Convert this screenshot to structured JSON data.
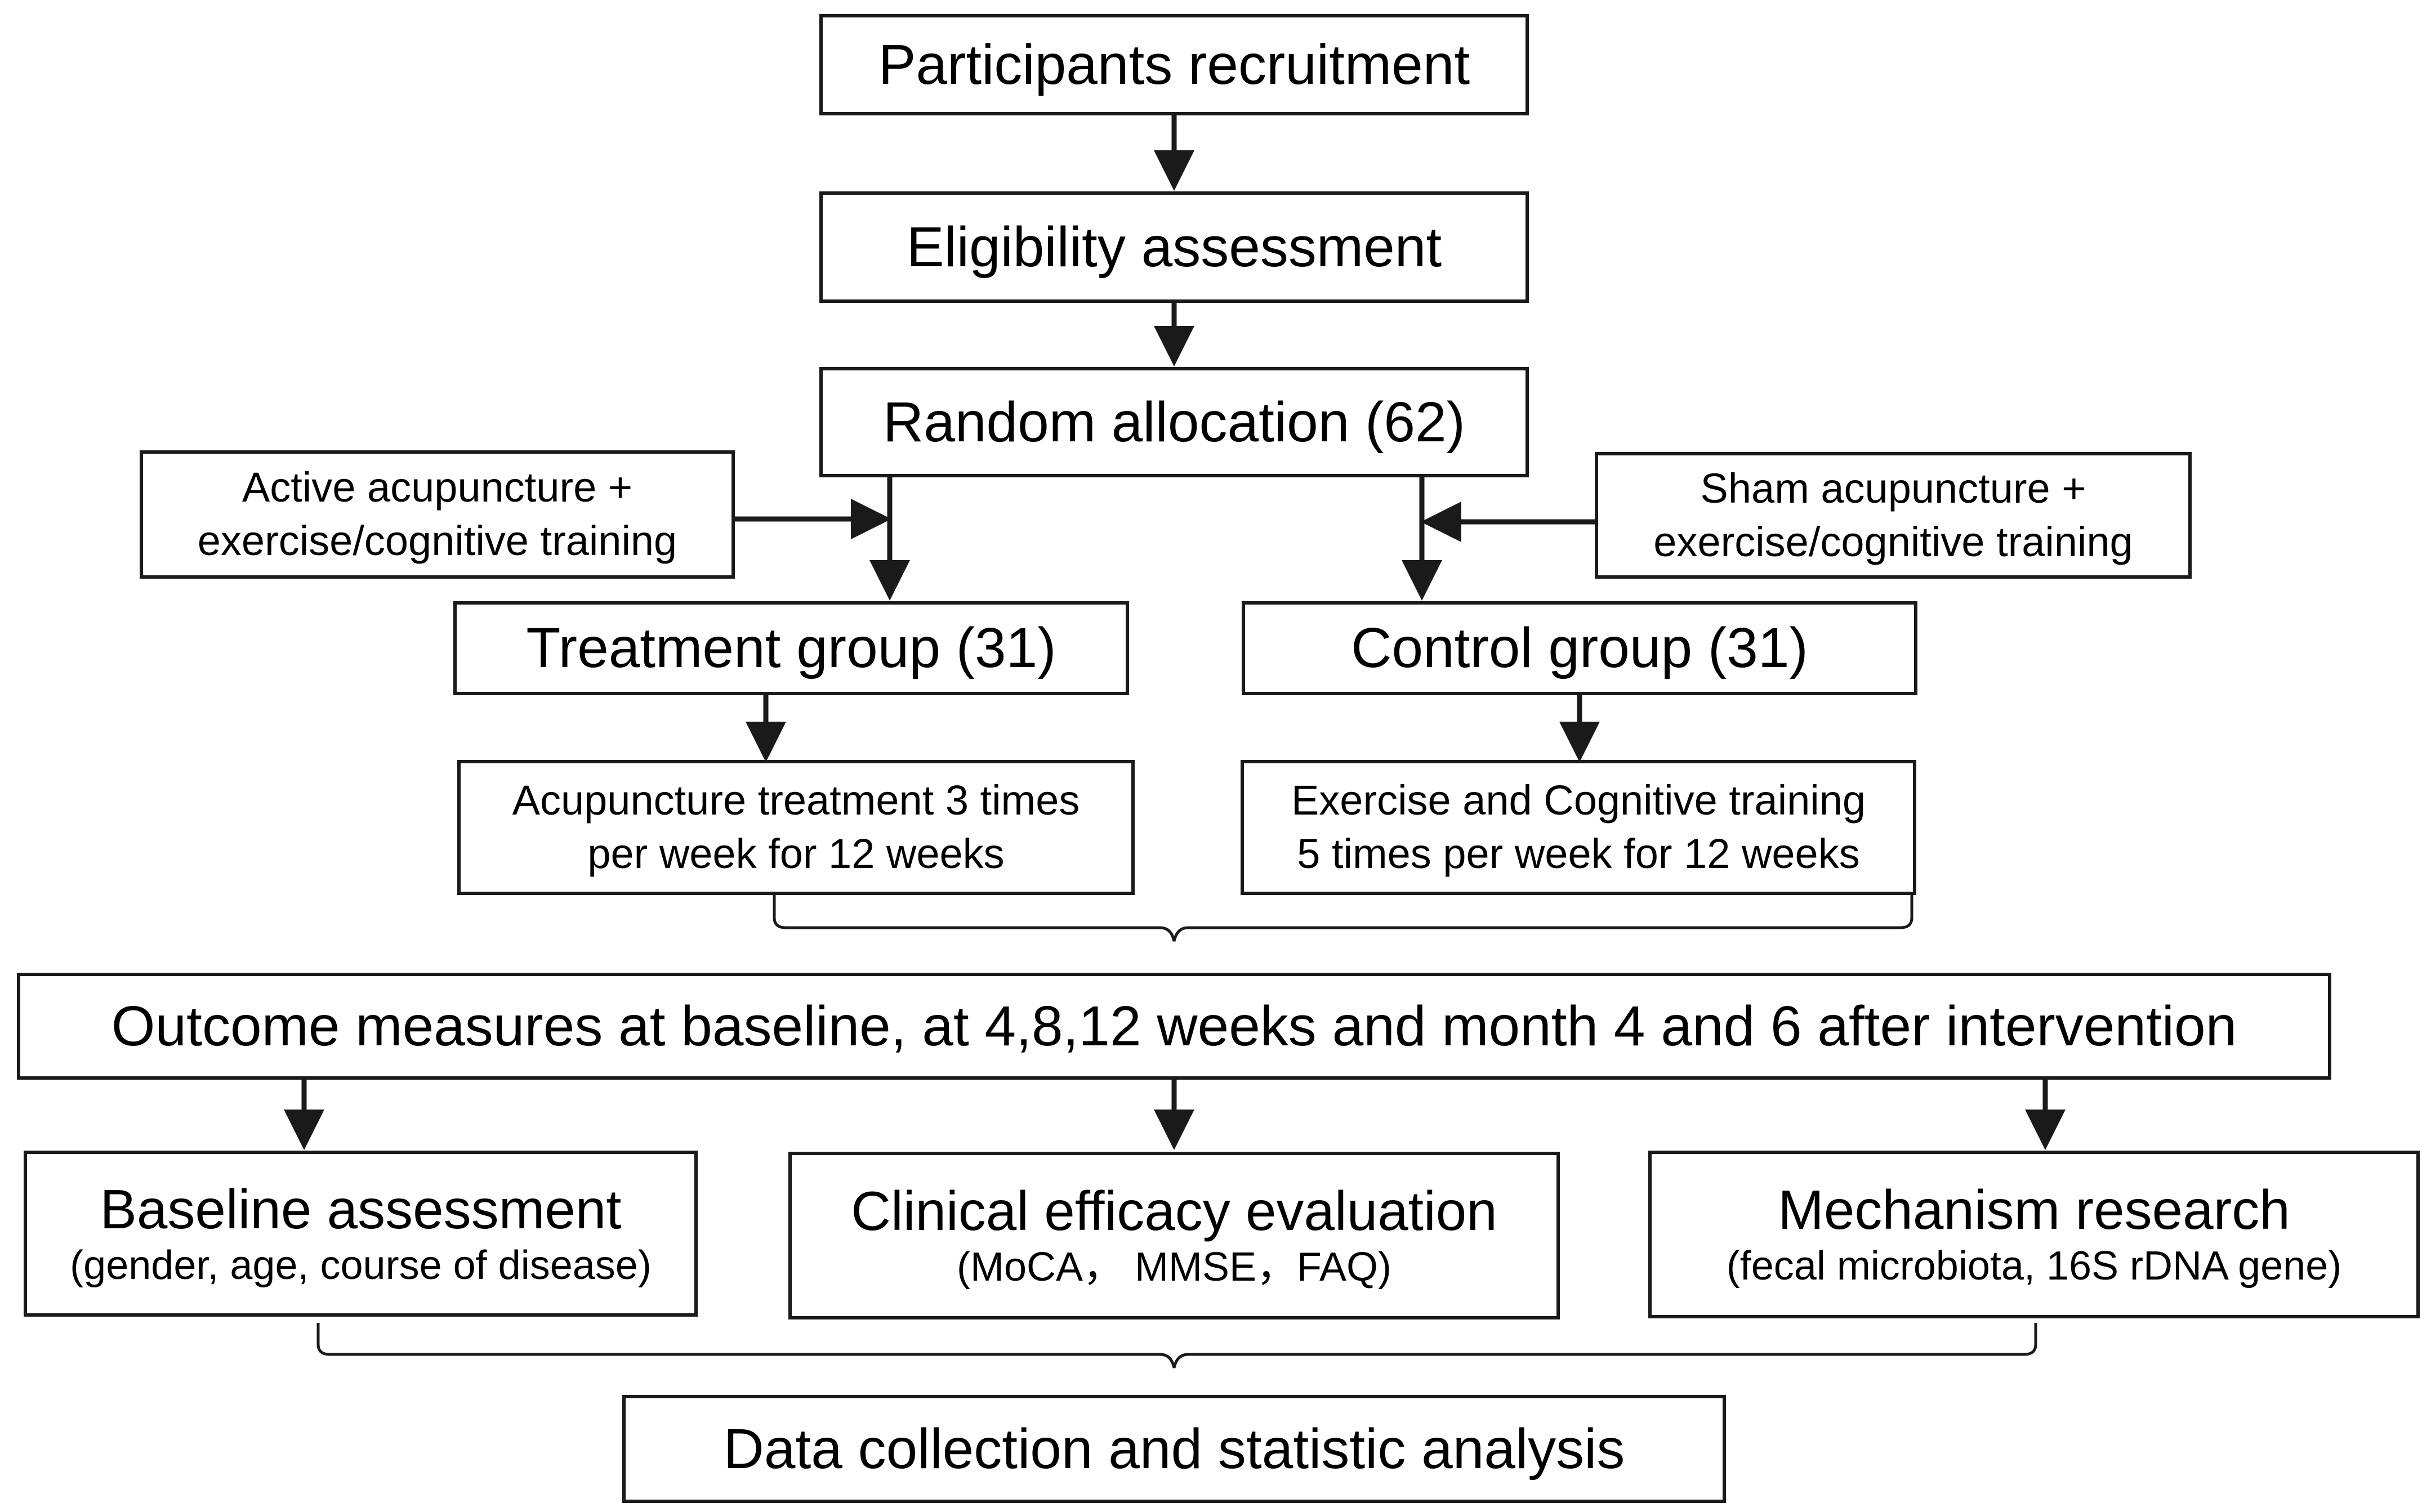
{
  "nodes": {
    "recruitment": {
      "label": "Participants recruitment"
    },
    "eligibility": {
      "label": "Eligibility assessment"
    },
    "allocation": {
      "label": "Random allocation (62)"
    },
    "active_intervention": {
      "line1": "Active acupuncture +",
      "line2": "exercise/cognitive training"
    },
    "sham_intervention": {
      "line1": "Sham acupuncture +",
      "line2": "exercise/cognitive training"
    },
    "treatment_group": {
      "label": "Treatment group (31)"
    },
    "control_group": {
      "label": "Control group (31)"
    },
    "treatment_schedule": {
      "line1": "Acupuncture treatment 3 times",
      "line2": "per week for 12 weeks"
    },
    "control_schedule": {
      "line1": "Exercise and Cognitive training",
      "line2": "5 times per week for 12 weeks"
    },
    "outcome_measures": {
      "label": "Outcome measures at baseline, at 4,8,12 weeks and month 4 and 6 after intervention"
    },
    "baseline_assessment": {
      "title": "Baseline assessment",
      "detail": "(gender, age, course of disease)"
    },
    "clinical_efficacy": {
      "title": "Clinical efficacy evaluation",
      "detail": "(MoCA， MMSE，FAQ)"
    },
    "mechanism_research": {
      "title": "Mechanism research",
      "detail": "(fecal microbiota, 16S rDNA gene)"
    },
    "data_analysis": {
      "label": "Data collection and statistic analysis"
    }
  },
  "edges": [
    {
      "from": "recruitment",
      "to": "eligibility"
    },
    {
      "from": "eligibility",
      "to": "allocation"
    },
    {
      "from": "allocation",
      "to": "treatment_group"
    },
    {
      "from": "allocation",
      "to": "control_group"
    },
    {
      "from": "active_intervention",
      "to": "treatment_group"
    },
    {
      "from": "sham_intervention",
      "to": "control_group"
    },
    {
      "from": "treatment_group",
      "to": "treatment_schedule"
    },
    {
      "from": "control_group",
      "to": "control_schedule"
    },
    {
      "from": "treatment_schedule",
      "to": "outcome_measures"
    },
    {
      "from": "control_schedule",
      "to": "outcome_measures"
    },
    {
      "from": "outcome_measures",
      "to": "baseline_assessment"
    },
    {
      "from": "outcome_measures",
      "to": "clinical_efficacy"
    },
    {
      "from": "outcome_measures",
      "to": "mechanism_research"
    },
    {
      "from": "baseline_assessment",
      "to": "data_analysis"
    },
    {
      "from": "clinical_efficacy",
      "to": "data_analysis"
    },
    {
      "from": "mechanism_research",
      "to": "data_analysis"
    }
  ]
}
